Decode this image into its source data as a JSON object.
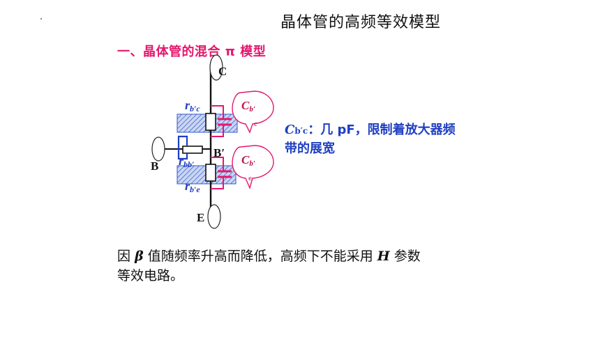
{
  "title": "晶体管的高频等效模型",
  "subtitle": "一、晶体管的混合 π 模型",
  "diagram": {
    "node_c": "C",
    "node_b": "B",
    "node_bprime": "B′",
    "node_e": "E",
    "r_bc_main": "r",
    "r_bc_sub": "b′c",
    "r_bb_main": "r",
    "r_bb_sub": "bb′",
    "r_be_main": "r",
    "r_be_sub": "b′e",
    "c_bc_main": "C",
    "c_bc_sub1": "b′",
    "c_bc_sub2": "c",
    "c_be_main": "C",
    "c_be_sub1": "b′",
    "c_be_sub2": "e"
  },
  "note": {
    "symbol": "C",
    "symbol_sub": "b′c",
    "text_line1": "：几 pF，限制着放大器频",
    "text_line2": "带的展宽"
  },
  "bottom": {
    "part1": "因",
    "beta": "β",
    "part2": "值随频率升高而降低，高频下不能采用",
    "h": "H",
    "part3": "参数",
    "line2": "等效电路。"
  },
  "colors": {
    "title": "#111111",
    "subtitle": "#e5176f",
    "note": "#1f3fc2",
    "capacitor": "#e5176f",
    "hatch": "#3355cc"
  }
}
